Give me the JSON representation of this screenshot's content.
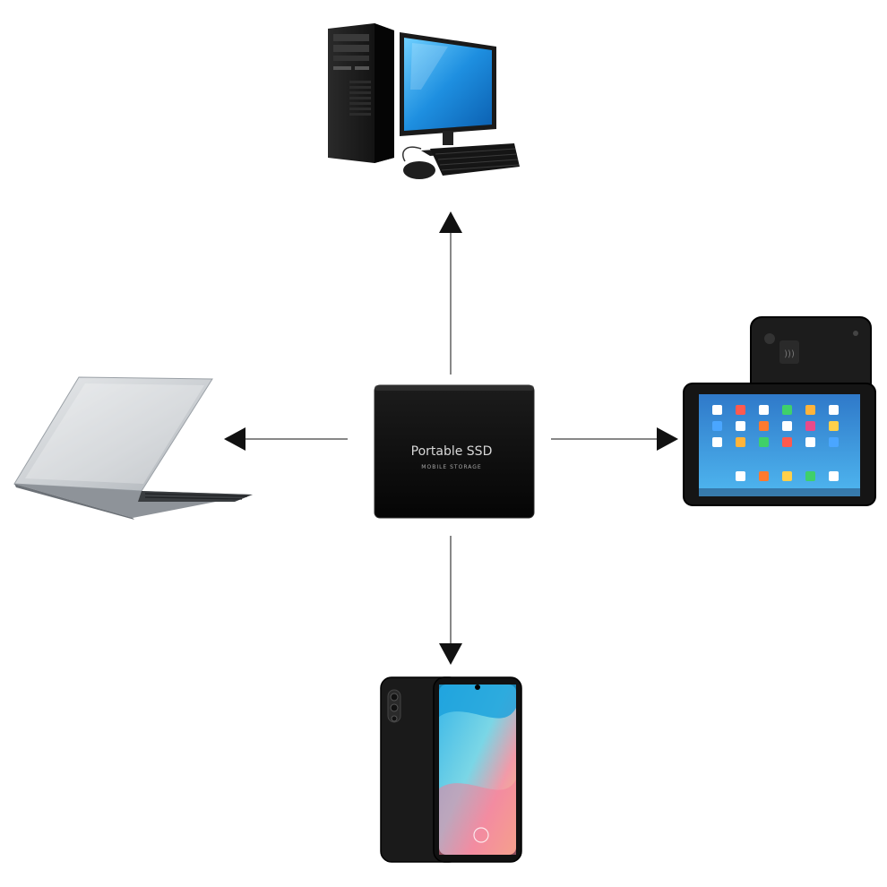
{
  "diagram": {
    "center_device": {
      "label": "Portable SSD",
      "sublabel": "MOBILE STORAGE"
    },
    "connected_devices": [
      {
        "name": "desktop-pc",
        "direction": "up"
      },
      {
        "name": "laptop",
        "direction": "left"
      },
      {
        "name": "tablet",
        "direction": "right"
      },
      {
        "name": "smartphone",
        "direction": "down"
      }
    ],
    "colors": {
      "arrow": "#111111",
      "line": "#888888",
      "ssd_body": "#111111",
      "ssd_text": "#d8d8d8",
      "screen_blue": "#2a8fd8"
    }
  }
}
